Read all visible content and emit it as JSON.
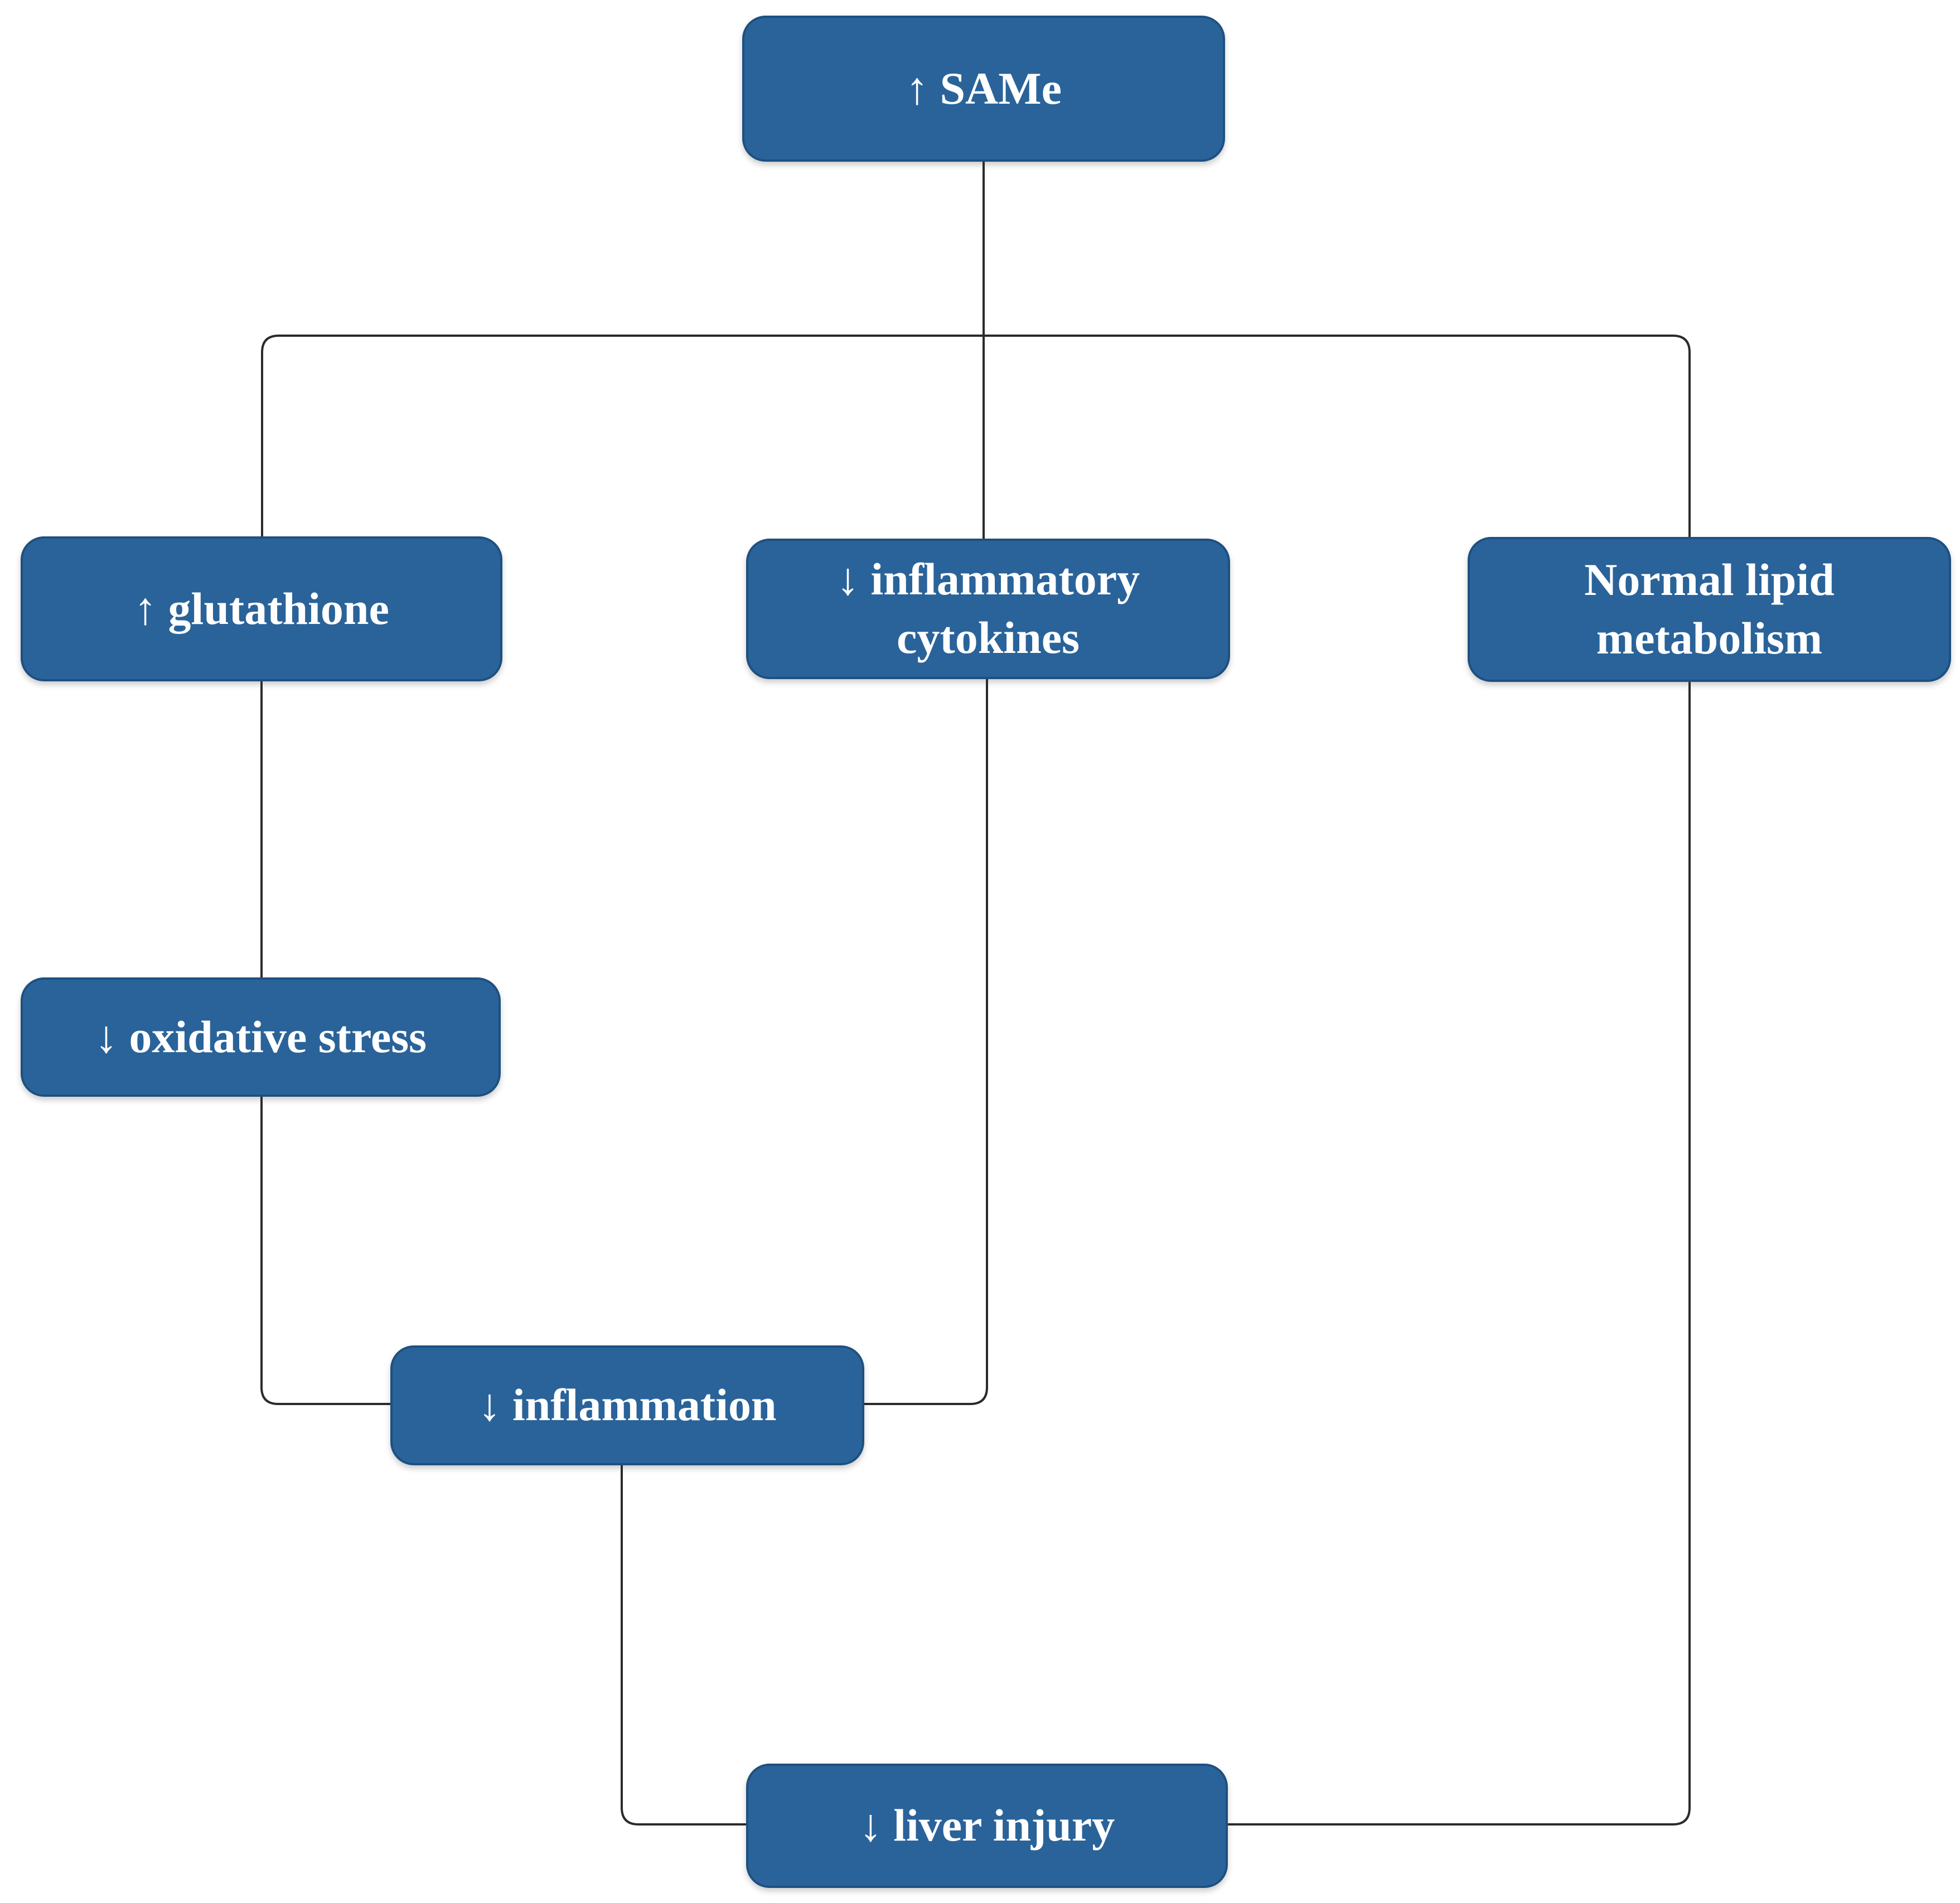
{
  "diagram": {
    "background_color": "#ffffff",
    "node_fill_color": "#2A6399",
    "node_border_color": "#1E5080",
    "node_text_color": "#ffffff",
    "connector_color": "#2b2b2b",
    "nodes": [
      {
        "id": "same",
        "label": "↑ SAMe"
      },
      {
        "id": "glutathione",
        "label": "↑ glutathione"
      },
      {
        "id": "inflammatory-cytokines",
        "label": "↓ inflammatory cytokines"
      },
      {
        "id": "normal-lipid-metabolism",
        "label": "Normal lipid metabolism"
      },
      {
        "id": "oxidative-stress",
        "label": "↓ oxidative stress"
      },
      {
        "id": "inflammation",
        "label": "↓ inflammation"
      },
      {
        "id": "liver-injury",
        "label": "↓ liver injury"
      }
    ],
    "edges": [
      {
        "from": "↑ SAMe",
        "to": "↑ glutathione"
      },
      {
        "from": "↑ SAMe",
        "to": "↓ inflammatory cytokines"
      },
      {
        "from": "↑ SAMe",
        "to": "Normal lipid metabolism"
      },
      {
        "from": "↑ glutathione",
        "to": "↓ oxidative stress"
      },
      {
        "from": "↓ oxidative stress",
        "to": "↓ inflammation"
      },
      {
        "from": "↓ inflammatory cytokines",
        "to": "↓ inflammation"
      },
      {
        "from": "↓ inflammation",
        "to": "↓ liver injury"
      },
      {
        "from": "Normal lipid metabolism",
        "to": "↓ liver injury"
      }
    ]
  }
}
